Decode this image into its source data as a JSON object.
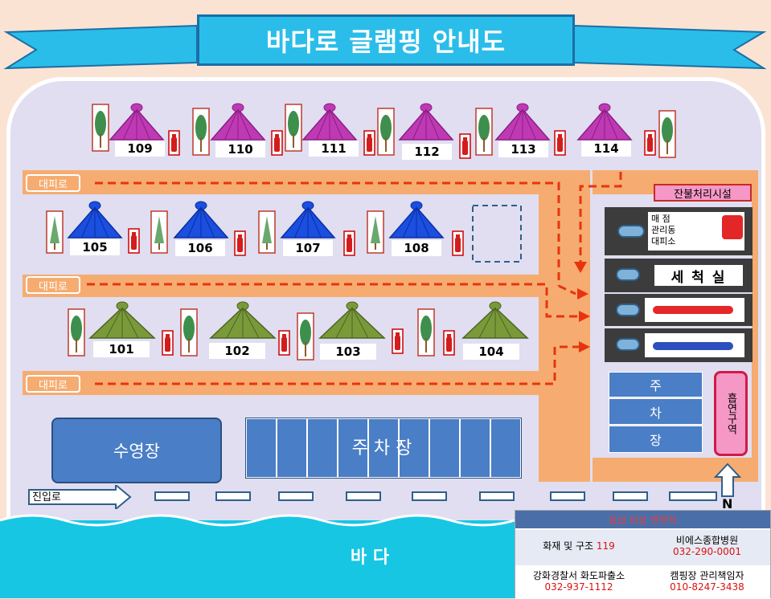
{
  "title": "바다로 글램핑 안내도",
  "evac_label": "대피로",
  "tents_top": [
    "109",
    "110",
    "111",
    "112",
    "113",
    "114"
  ],
  "tents_mid": [
    "105",
    "106",
    "107",
    "108"
  ],
  "tents_bot": [
    "101",
    "102",
    "103",
    "104"
  ],
  "facilities": {
    "waste": "잔불처리시설",
    "store": "매 점\n관리동\n대피소",
    "wash": "세 척 실",
    "parking_right": [
      "주",
      "차",
      "장"
    ],
    "smoking": "흡연구역",
    "pool": "수영장",
    "parking_main": "주 차 장",
    "entrance": "진입로",
    "north": "N",
    "sea": "바 다"
  },
  "contacts": {
    "header": "응급 비상 연락처",
    "fire_label": "화재 및 구조",
    "fire_num": "119",
    "hospital_label": "비에스종합병원",
    "hospital_num": "032-290-0001",
    "police_label": "강화경찰서 화도파출소",
    "police_num": "032-937-1112",
    "manager_label": "캠핑장 관리책임자",
    "manager_num": "010-8247-3438"
  },
  "colors": {
    "magenta": "#c039b4",
    "blue": "#1a4fe0",
    "green": "#7a9a3a",
    "road": "#f6ac70",
    "evac": "#e8340e"
  }
}
